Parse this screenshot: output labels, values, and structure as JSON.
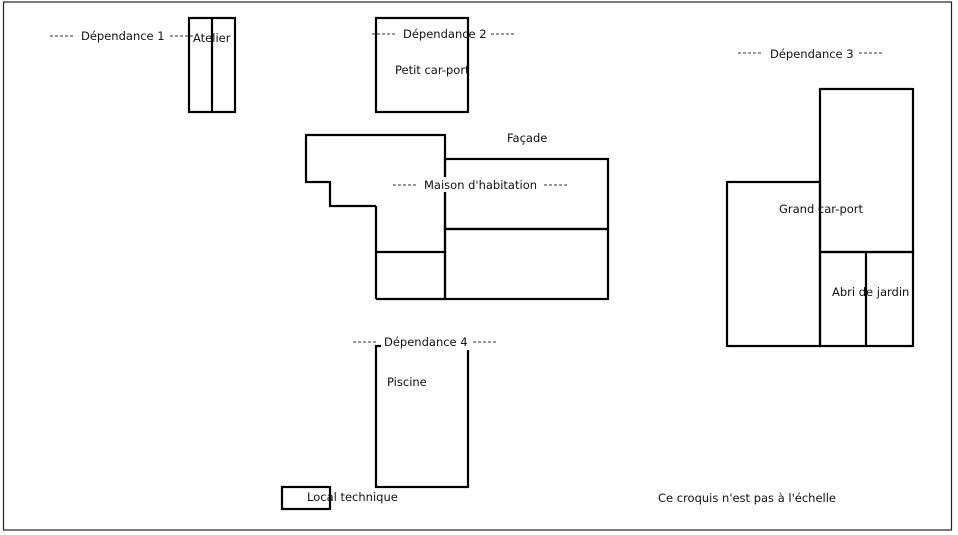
{
  "labels": {
    "dep1": "Dépendance 1",
    "dep2": "Dépendance 2",
    "dep3": "Dépendance 3",
    "dep4": "Dépendance 4",
    "atelier": "Atelier",
    "petit_carport": "Petit car-port",
    "facade": "Façade",
    "maison": "Maison d'habitation",
    "grand_carport": "Grand car-port",
    "abri": "Abri de jardin",
    "piscine": "Piscine",
    "local": "Local technique",
    "note": "Ce croquis n'est pas à l'échelle"
  },
  "colors": {
    "line": "#000000",
    "background": "#ffffff"
  }
}
